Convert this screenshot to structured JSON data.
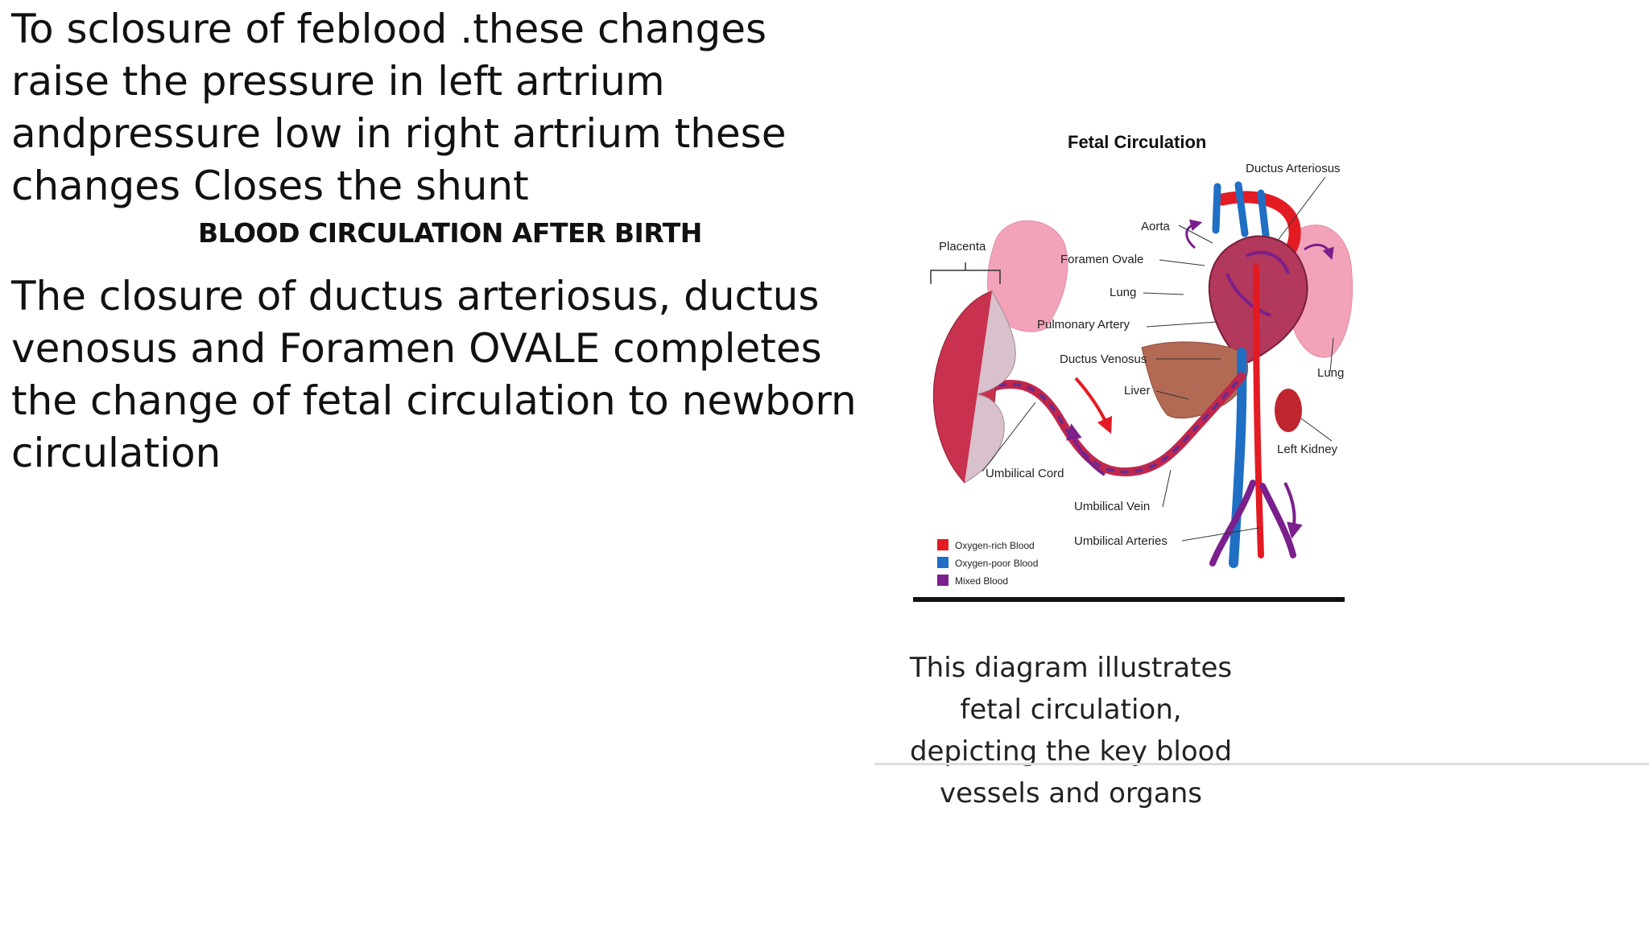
{
  "slide": {
    "intro_text": "To sclosure of feblood .these changes raise the pressure  in left artrium andpressure low in right artrium these changes Closes the shunt",
    "heading": "BLOOD CIRCULATION AFTER BIRTH",
    "closure_text": "The closure of ductus arteriosus, ductus venosus and Foramen  OVALE completes the change of fetal circulation to newborn circulation"
  },
  "figure": {
    "title": "Fetal Circulation",
    "labels": {
      "ductus_arteriosus": "Ductus Arteriosus",
      "aorta": "Aorta",
      "placenta": "Placenta",
      "foramen_ovale": "Foramen Ovale",
      "lung_left_label": "Lung",
      "pulmonary_artery": "Pulmonary Artery",
      "ductus_venosus": "Ductus Venosus",
      "lung_right_label": "Lung",
      "liver": "Liver",
      "left_kidney": "Left Kidney",
      "umbilical_cord": "Umbilical Cord",
      "umbilical_vein": "Umbilical Vein",
      "umbilical_arteries": "Umbilical Arteries"
    },
    "legend": [
      {
        "label": "Oxygen-rich Blood",
        "color": "#e31b23"
      },
      {
        "label": "Oxygen-poor Blood",
        "color": "#1f6fc4"
      },
      {
        "label": "Mixed Blood",
        "color": "#7b1f8c"
      }
    ],
    "caption": "This diagram illustrates fetal circulation, depicting the key blood vessels and organs"
  }
}
